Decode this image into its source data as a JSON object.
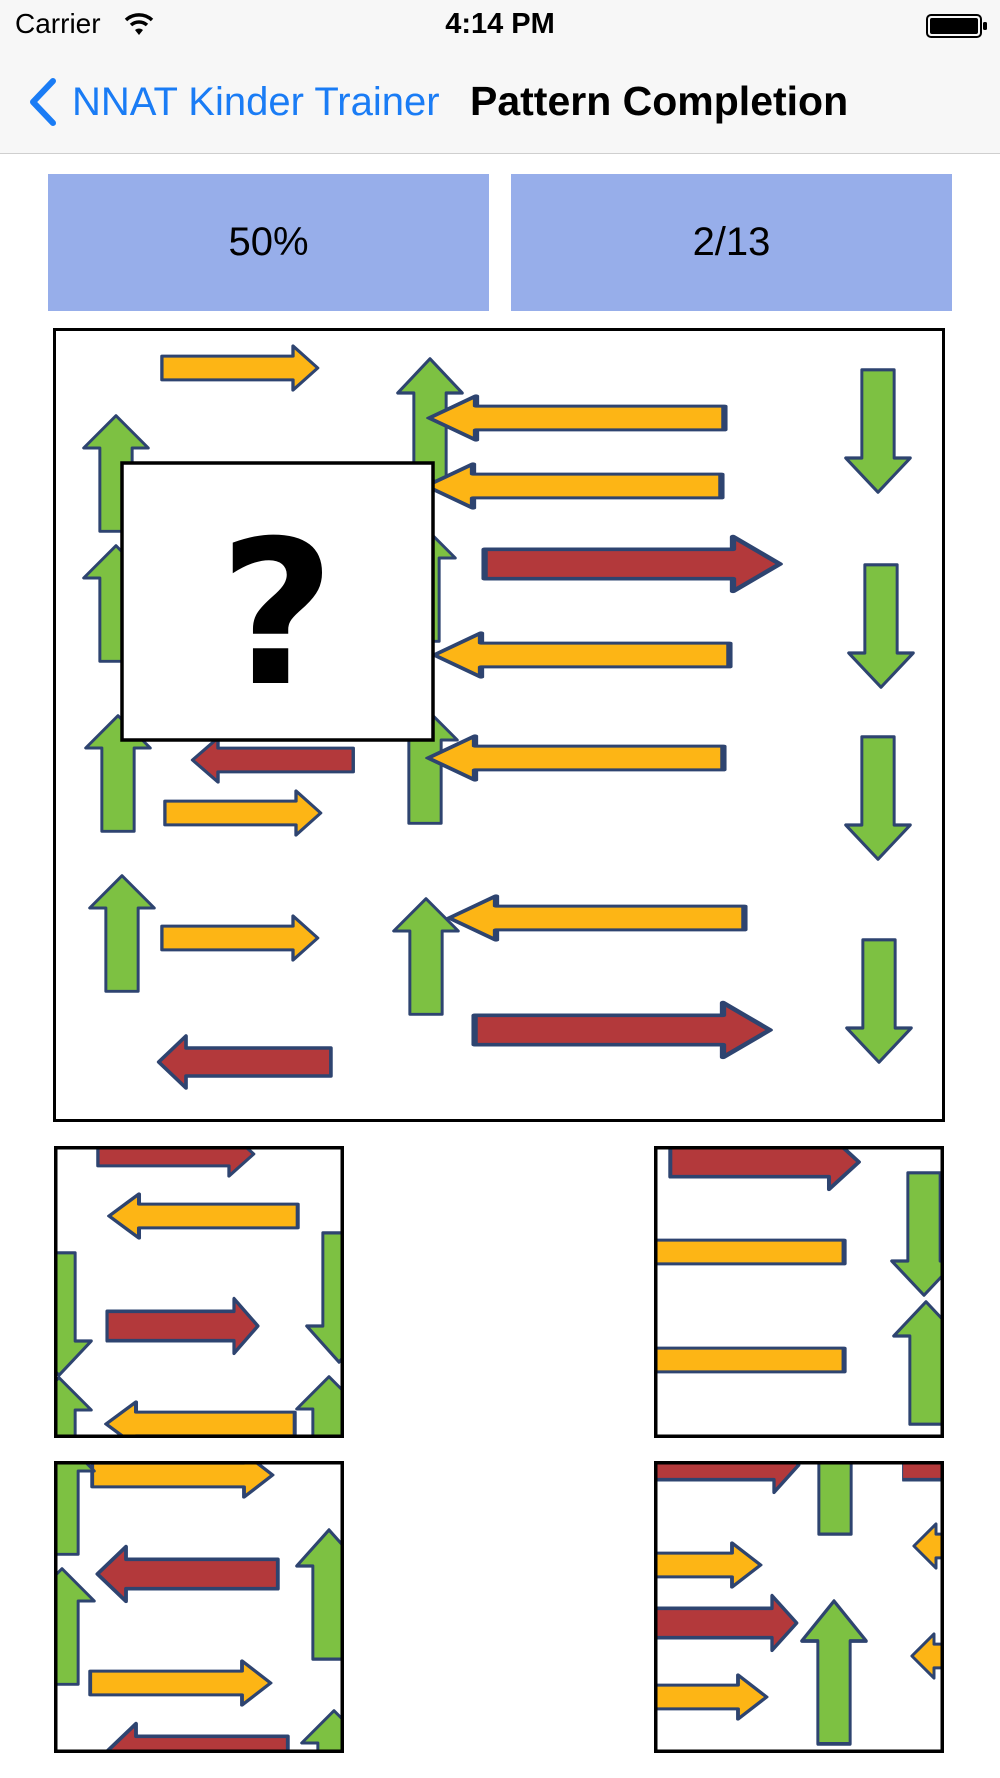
{
  "status_bar": {
    "carrier": "Carrier",
    "time": "4:14 PM"
  },
  "nav": {
    "back_label": "NNAT Kinder Trainer",
    "title": "Pattern Completion"
  },
  "stats": {
    "score": "50%",
    "progress": "2/13"
  },
  "puzzle": {
    "missing_symbol": "?"
  },
  "colors": {
    "orange": "#fdb515",
    "green": "#7dc142",
    "red": "#b3393b",
    "outline": "#2e4470",
    "stat_bg": "#97aeea",
    "accent": "#1a7cf5"
  },
  "icons": {
    "back": "chevron-left-icon",
    "wifi": "wifi-icon",
    "battery": "battery-icon"
  },
  "answer_options": [
    "option-a",
    "option-b",
    "option-c",
    "option-d"
  ]
}
